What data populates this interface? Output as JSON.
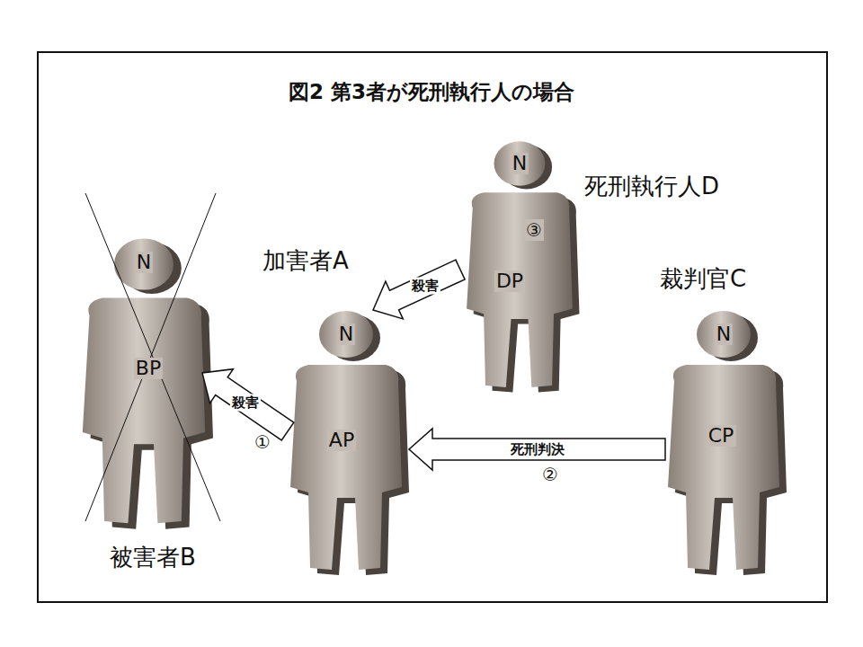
{
  "diagram": {
    "title": "図2 第3者が死刑執行人の場合",
    "nodes": [
      {
        "text": [
          "被害者B",
          "N",
          "BP"
        ]
      },
      {
        "text": [
          "加害者A",
          "N",
          "AP"
        ]
      },
      {
        "text": [
          "死刑執行人D",
          "N",
          "DP"
        ]
      },
      {
        "text": [
          "裁判官C",
          "N",
          "CP"
        ]
      }
    ],
    "edges": [
      {
        "from": 1,
        "to": 0,
        "label": "殺害",
        "arrow": "to"
      },
      {
        "from": 3,
        "to": 1,
        "label": "死刑判決",
        "arrow": "to"
      },
      {
        "from": 2,
        "to": 1,
        "label": "殺害",
        "arrow": "to"
      }
    ],
    "labels": [
      "①",
      "②",
      "③"
    ]
  }
}
